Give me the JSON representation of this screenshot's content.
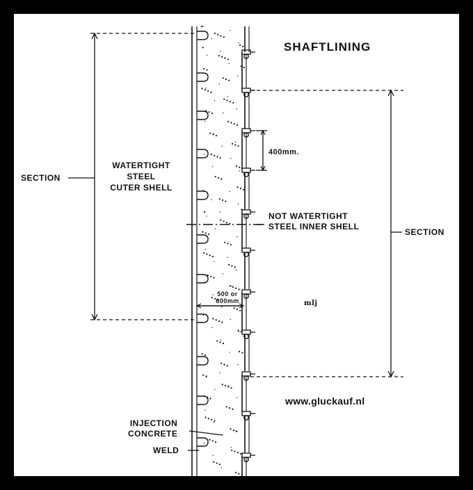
{
  "diagram": {
    "title": "SHAFTLINING",
    "labels": {
      "section_left": "SECTION",
      "section_right": "SECTION",
      "outer_shell": [
        "WATERTIGHT",
        "STEEL",
        "CUTER SHELL"
      ],
      "spacing": "400mm.",
      "inner_shell": [
        "NOT WATERTIGHT",
        "STEEL INNER SHELL"
      ],
      "thickness": [
        "500 or",
        "600mm"
      ],
      "injection": [
        "INJECTION",
        "CONCRETE"
      ],
      "weld": "WELD"
    },
    "signature": "mlj",
    "website": "www.gluckauf.nl"
  },
  "colors": {
    "frame": "#000000",
    "background": "#ffffff",
    "ink": "#111111"
  }
}
